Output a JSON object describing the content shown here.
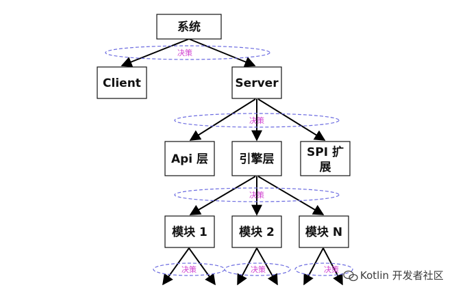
{
  "nodes": {
    "root": "系统",
    "client": "Client",
    "server": "Server",
    "api": "Api 层",
    "engine": "引擎层",
    "spi_line1": "SPI 扩",
    "spi_line2": "展",
    "module1": "模块 1",
    "module2": "模块 2",
    "moduleN": "模块 N"
  },
  "decision_label": "决策",
  "watermark": "Kotlin 开发者社区",
  "colors": {
    "box_fill": "#ffffff",
    "box_stroke": "#111111",
    "arrow": "#000000",
    "ellipse_stroke": "#6a6ae0",
    "decision_text": "#d040d0"
  }
}
